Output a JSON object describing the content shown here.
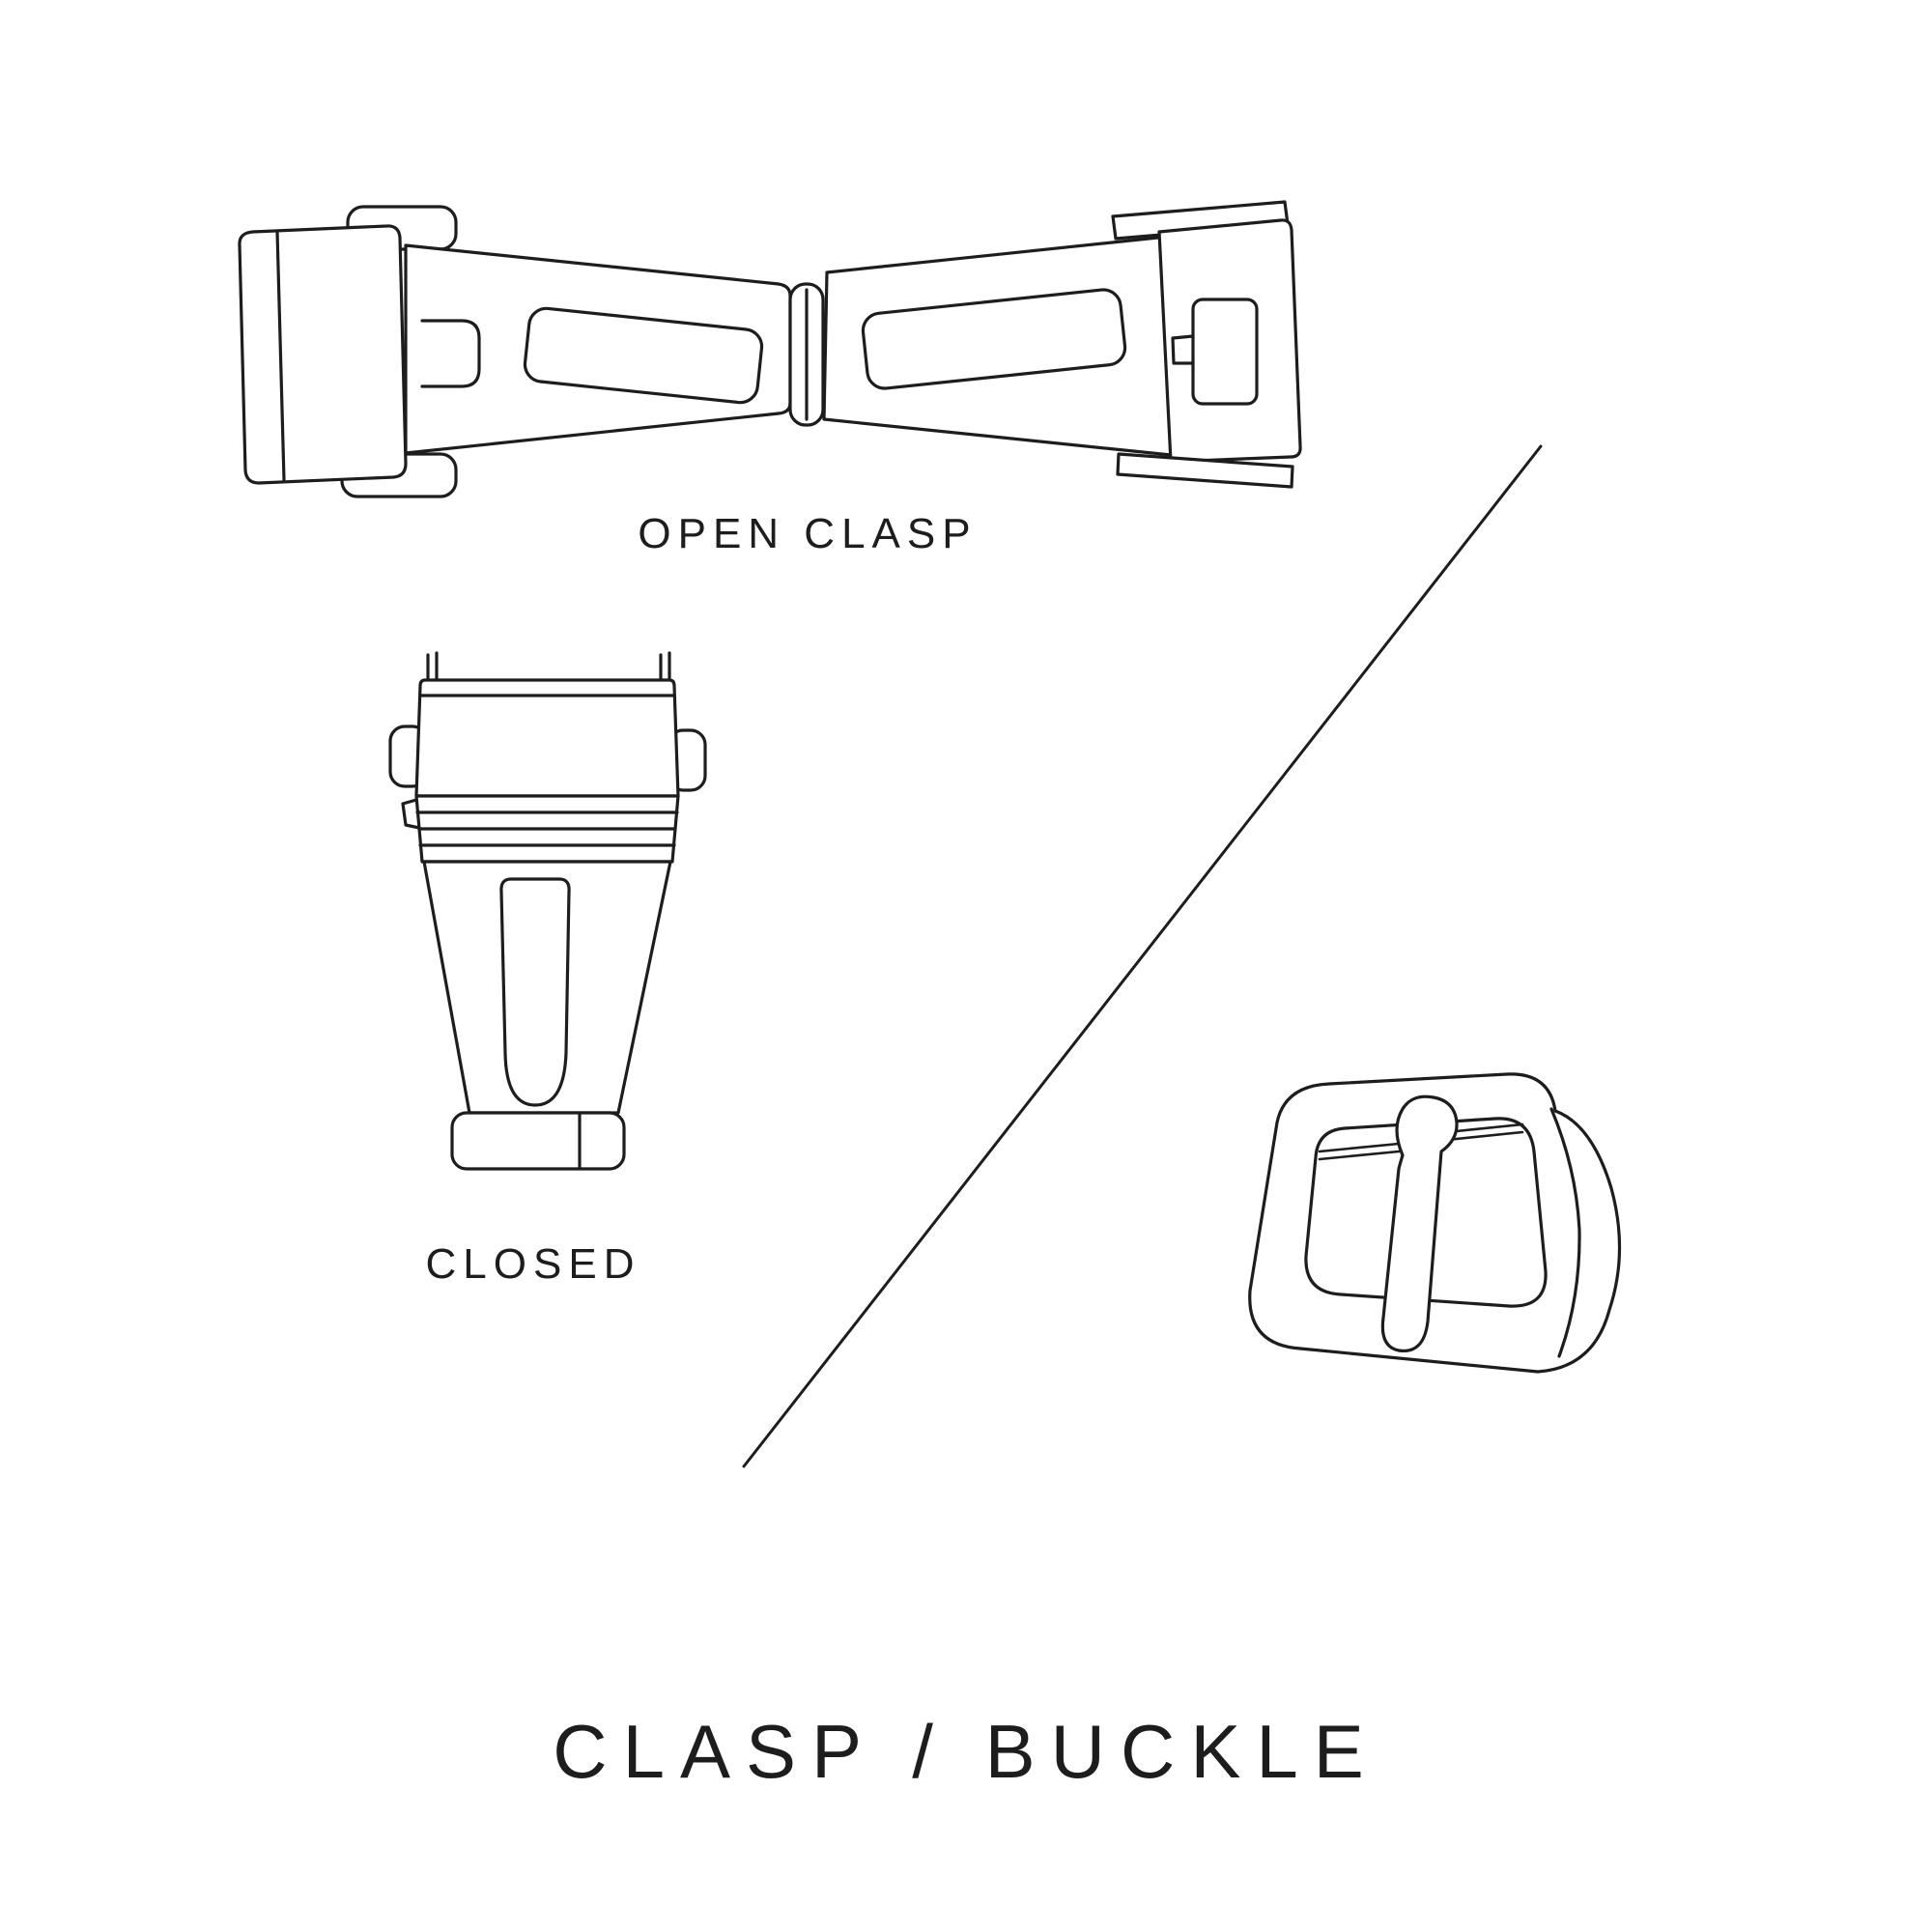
{
  "colors": {
    "ink": "#1d1d1d",
    "background": "#ffffff"
  },
  "labels": {
    "open_clasp": "OPEN CLASP",
    "closed": "CLOSED",
    "title": "CLASP / BUCKLE"
  },
  "illustrations": {
    "open_clasp": "open-clasp-illustration",
    "closed_clasp": "closed-clasp-illustration",
    "buckle": "buckle-illustration",
    "divider": "divider-line"
  }
}
